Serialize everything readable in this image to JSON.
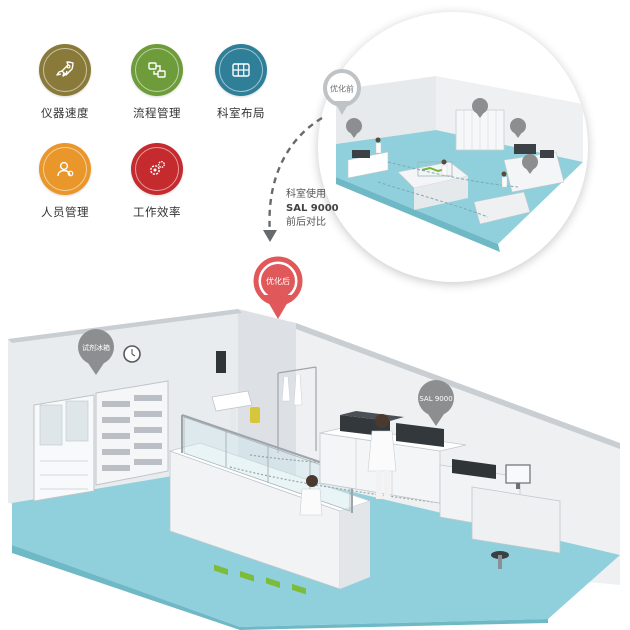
{
  "categories": [
    {
      "label": "仪器速度",
      "icon": "rocket-icon",
      "color": "#8a7a3a"
    },
    {
      "label": "流程管理",
      "icon": "flow-icon",
      "color": "#6e9c3a"
    },
    {
      "label": "科室布局",
      "icon": "layout-grid-icon",
      "color": "#2f7f98"
    },
    {
      "label": "人员管理",
      "icon": "user-icon",
      "color": "#e9962a"
    },
    {
      "label": "工作效率",
      "icon": "gear-icon",
      "color": "#c42a2e"
    }
  ],
  "comparison": {
    "line1": "科室使用",
    "line2": "SAL 9000",
    "line3": "前后对比"
  },
  "pins": {
    "before": "优化前",
    "after": "优化后",
    "fridge": "试剂冰箱",
    "analyzer": "SAL 9000"
  },
  "colors": {
    "floor": "#8fd0dc",
    "wall": "#e9ecef",
    "wall_dark": "#c9ced3",
    "pin_grey": "#8c8e90",
    "pin_red": "#e0585a"
  }
}
